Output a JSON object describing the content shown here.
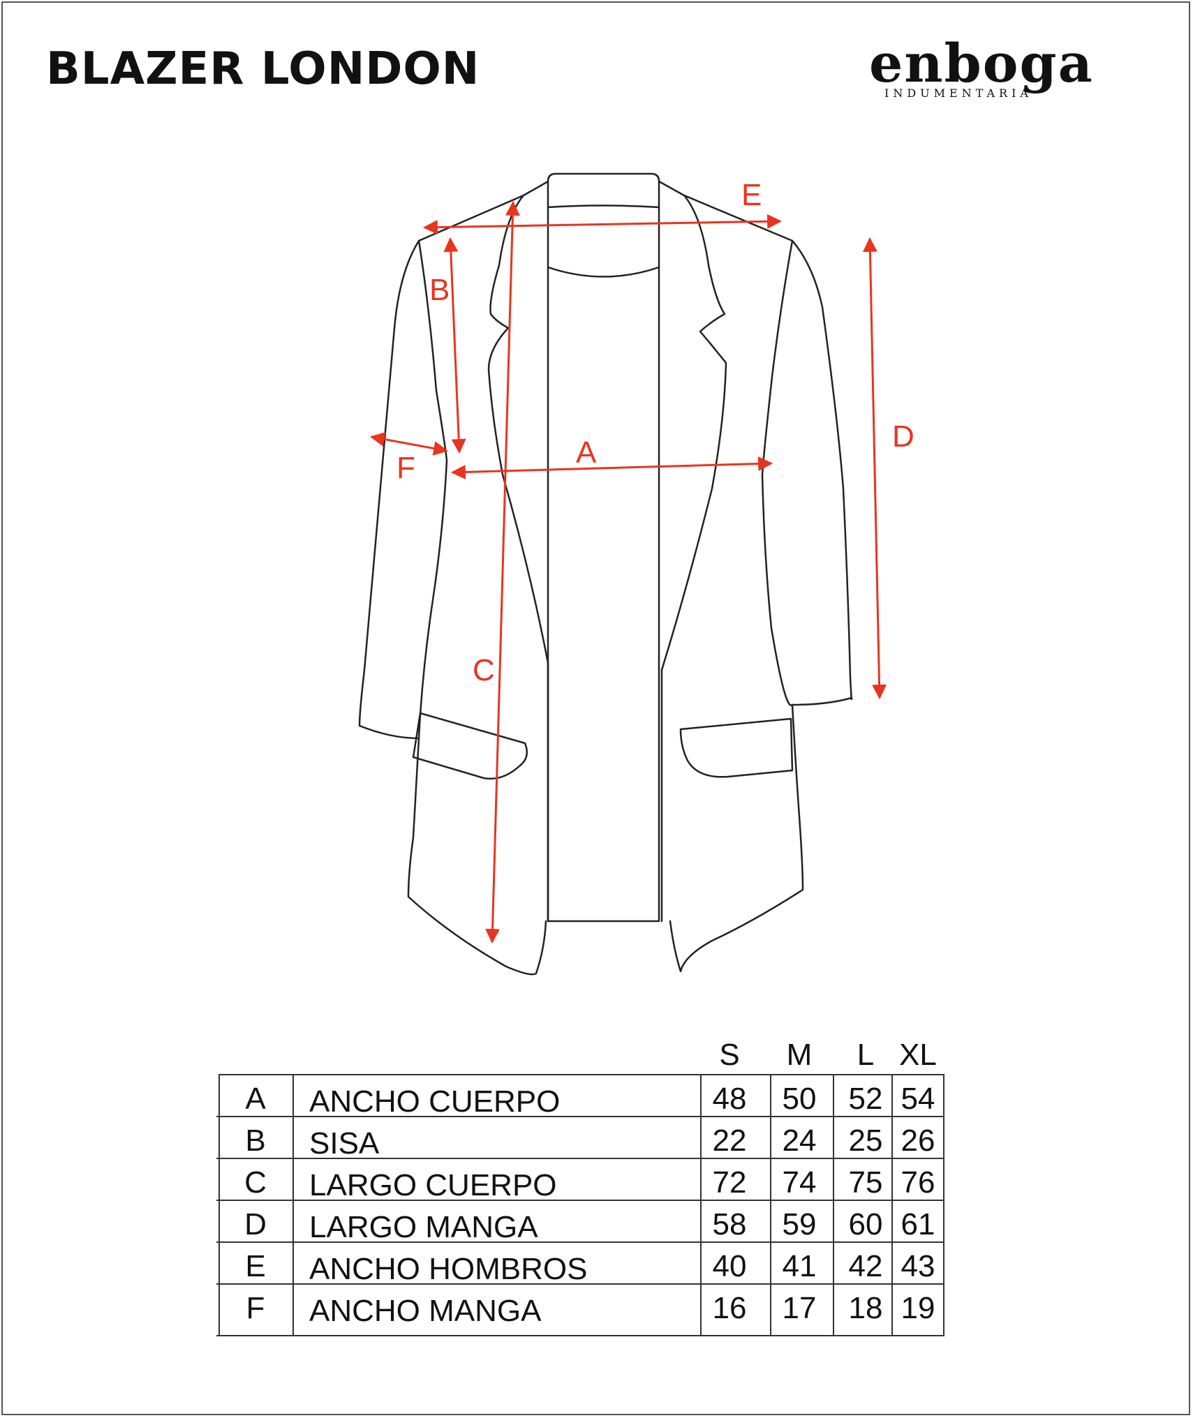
{
  "title": "BLAZER LONDON",
  "brand": {
    "name": "enboga",
    "tagline": "INDUMENTARIA"
  },
  "colors": {
    "measure": "#e8351f",
    "outline": "#222222",
    "text": "#111111"
  },
  "measure_labels": {
    "A": "A",
    "B": "B",
    "C": "C",
    "D": "D",
    "E": "E",
    "F": "F"
  },
  "size_table": {
    "sizes": [
      "S",
      "M",
      "L",
      "XL"
    ],
    "rows": [
      {
        "key": "A",
        "name": "ANCHO CUERPO",
        "values": [
          "48",
          "50",
          "52",
          "54"
        ]
      },
      {
        "key": "B",
        "name": "SISA",
        "values": [
          "22",
          "24",
          "25",
          "26"
        ]
      },
      {
        "key": "C",
        "name": "LARGO CUERPO",
        "values": [
          "72",
          "74",
          "75",
          "76"
        ]
      },
      {
        "key": "D",
        "name": "LARGO MANGA",
        "values": [
          "58",
          "59",
          "60",
          "61"
        ]
      },
      {
        "key": "E",
        "name": "ANCHO HOMBROS",
        "values": [
          "40",
          "41",
          "42",
          "43"
        ]
      },
      {
        "key": "F",
        "name": "ANCHO MANGA",
        "values": [
          "16",
          "17",
          "18",
          "19"
        ]
      }
    ]
  }
}
